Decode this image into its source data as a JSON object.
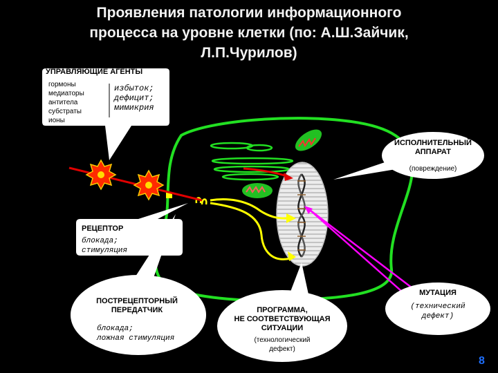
{
  "title": {
    "line1": "Проявления патологии информационного",
    "line2": "процесса на уровне клетки (по: А.Ш.Зайчик,",
    "line3": "Л.П.Чурилов)"
  },
  "agents": {
    "heading": "УПРАВЛЯЮЩИЕ АГЕНТЫ",
    "items": [
      "гормоны",
      "медиаторы",
      "антитела",
      "субстраты",
      "ионы"
    ],
    "effects": [
      "избыток;",
      "дефицит;",
      "мимикрия"
    ]
  },
  "executive": {
    "heading_line1": "ИСПОЛНИТЕЛЬНЫЙ",
    "heading_line2": "АППАРАТ",
    "sub": "(повреждение)"
  },
  "receptor": {
    "heading": "РЕЦЕПТОР",
    "sub_line1": "блокада;",
    "sub_line2": "стимуляция"
  },
  "postreceptor": {
    "heading_line1": "ПОСТРЕЦЕПТОРНЫЙ",
    "heading_line2": "ПЕРЕДАТЧИК",
    "sub_line1": "блокада;",
    "sub_line2": "ложная стимуляция"
  },
  "program": {
    "heading_line1": "ПРОГРАММА,",
    "heading_line2": "НЕ СООТВЕТСТВУЮЩАЯ",
    "heading_line3": "СИТУАЦИИ",
    "sub_line1": "(технологический",
    "sub_line2": "дефект)"
  },
  "mutation": {
    "heading": "МУТАЦИЯ",
    "sub_line1": "(технический",
    "sub_line2": "дефект)"
  },
  "page_number": "8",
  "colors": {
    "cell_membrane": "#22e022",
    "signal_path": "#ffff00",
    "damage_arrow": "#e00000",
    "mutation_line": "#ff00ff",
    "bubble_fill": "#ffffff"
  }
}
